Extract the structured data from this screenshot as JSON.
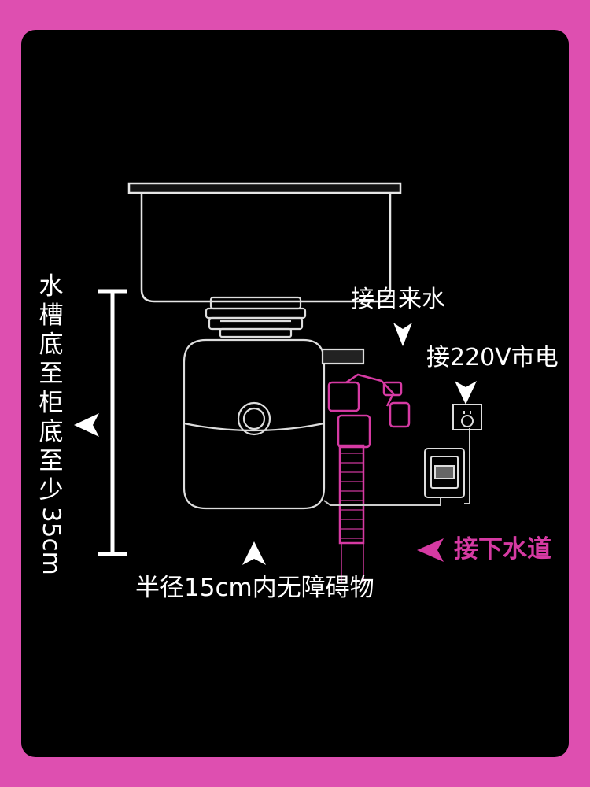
{
  "labels": {
    "water_inlet": "接自来水",
    "power": "接220V市电",
    "clearance": "半径15cm内无障碍物",
    "drain": "接下水道",
    "sink_height_chars": [
      "水",
      "槽",
      "底",
      "至",
      "柜",
      "底",
      "至",
      "少"
    ],
    "sink_height_tail": "35cm"
  },
  "colors": {
    "background": "#de4fb0",
    "panel": "#000000",
    "line": "#ffffff",
    "accent": "#d63aa3"
  },
  "icons": [
    "sink-basin",
    "food-waste-disposer",
    "water-valve",
    "drain-hose",
    "wall-socket",
    "air-switch-box",
    "arrow-icon"
  ]
}
